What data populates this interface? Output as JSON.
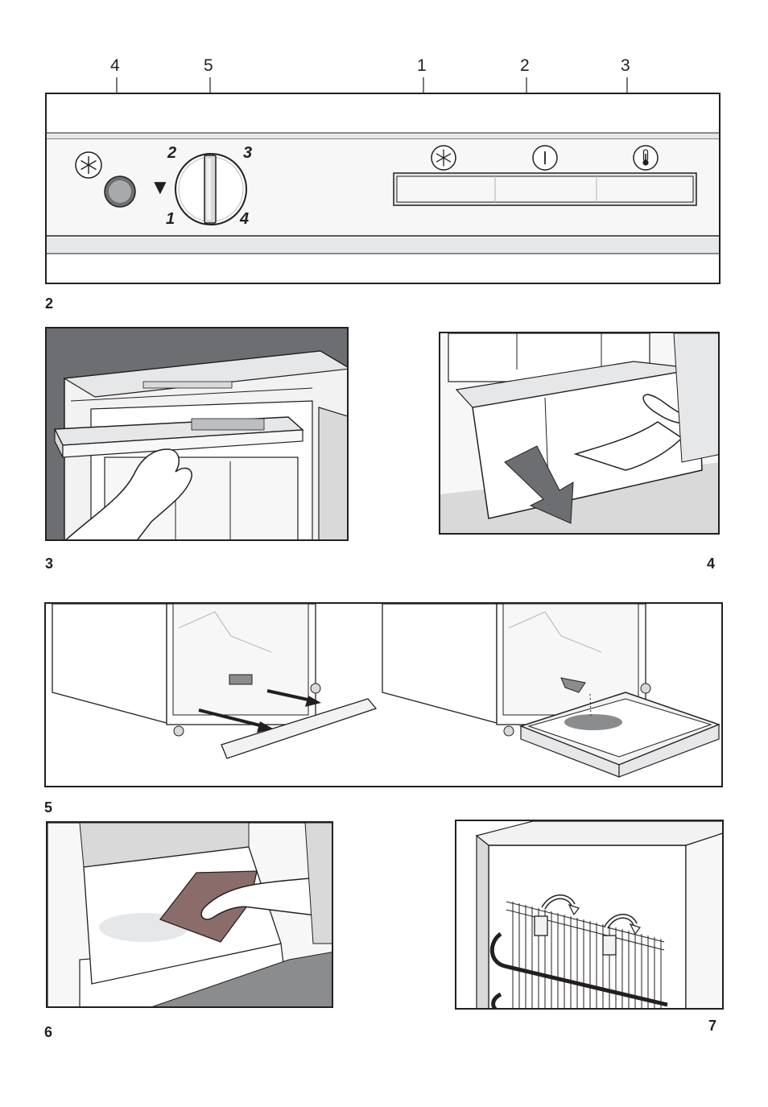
{
  "control_panel": {
    "callouts": [
      "4",
      "5",
      "1",
      "2",
      "3"
    ],
    "dial_numbers": [
      "2",
      "3",
      "1",
      "4"
    ],
    "dial_arrow": "▼",
    "indicator_icons": [
      "snowflake-icon",
      "power-icon",
      "thermometer-icon"
    ],
    "left_icon": "snowflake-icon"
  },
  "figures": {
    "fig2_label": "2",
    "fig3_label": "3",
    "fig4_label": "4",
    "fig5_label": "5",
    "fig6_label": "6",
    "fig7_label": "7"
  },
  "colors": {
    "line": "#231f20",
    "panel_gray": "#d9d9d9",
    "dark_bg": "#6d6e71",
    "light_fill": "#f2f2f2",
    "cloth": "#8a6d6a"
  }
}
